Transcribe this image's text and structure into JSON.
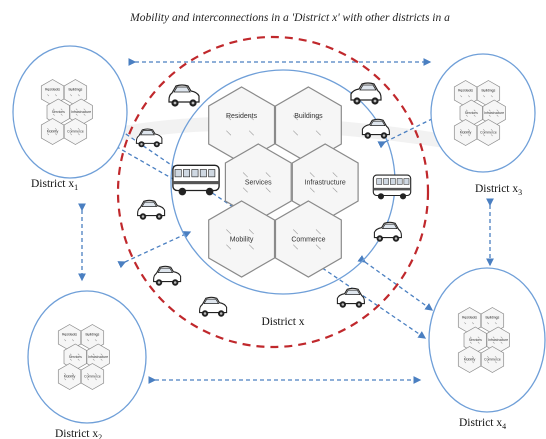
{
  "title": "Mobility and interconnections in a 'District x' with other districts in a",
  "center": {
    "label": "District x",
    "hexes": [
      "Residents",
      "Buildings",
      "Services",
      "Infrastructure",
      "Mobility",
      "Commerce"
    ]
  },
  "districts": [
    {
      "label": "District x",
      "sub": "1"
    },
    {
      "label": "District x",
      "sub": "2"
    },
    {
      "label": "District x",
      "sub": "3"
    },
    {
      "label": "District x",
      "sub": "4"
    }
  ],
  "mini_hexes": [
    "Residents",
    "Buildings",
    "Services",
    "Infrastructure",
    "Mobility",
    "Commerce"
  ],
  "colors": {
    "dashed_circle": "#c0282c",
    "district_outline": "#6f9fd8",
    "arrow": "#4a7fc1",
    "hex_stroke": "#8a8a8a",
    "hex_fill": "#f6f6f6",
    "watermark": "#e6e6e6"
  },
  "icons": {
    "vehicle": "car-icon",
    "transit": "bus-icon"
  }
}
